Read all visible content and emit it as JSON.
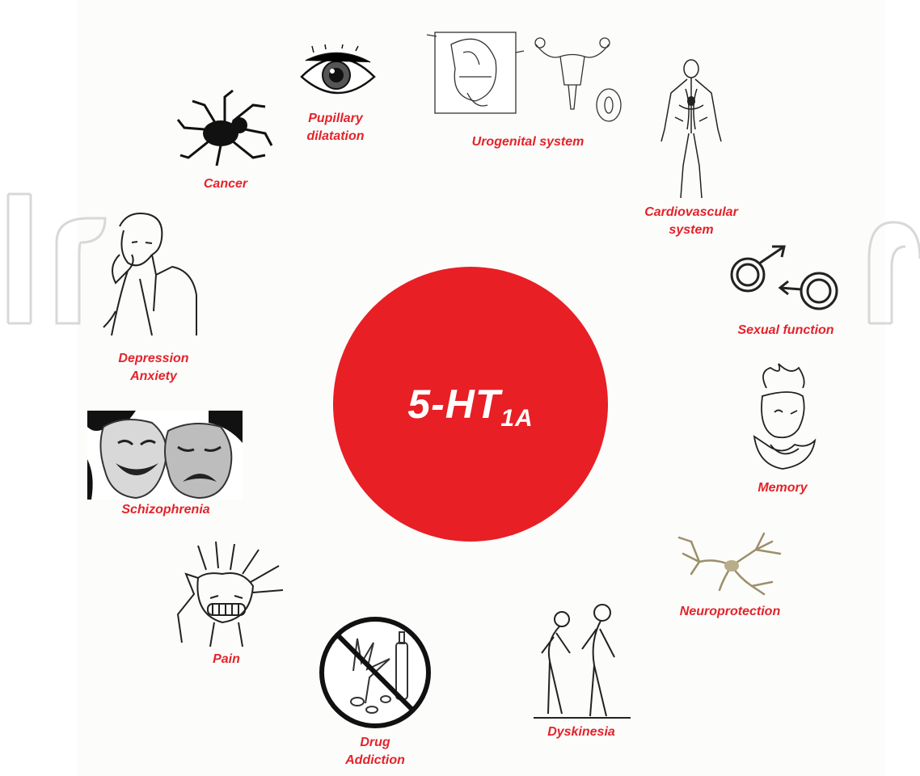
{
  "center": {
    "main": "5-HT",
    "subscript": "1A",
    "color": "#e81f25"
  },
  "label_color": "#e3232a",
  "nodes": [
    {
      "id": "cancer",
      "icon": "spider-icon",
      "lines": [
        "Cancer"
      ]
    },
    {
      "id": "pupillary",
      "icon": "eye-icon",
      "lines": [
        "Pupillary",
        "dilatation"
      ]
    },
    {
      "id": "urogenital",
      "icon": "urogenital-anatomy-icon",
      "lines": [
        "Urogenital system"
      ]
    },
    {
      "id": "cardiovascular",
      "icon": "circulatory-body-icon",
      "lines": [
        "Cardiovascular",
        "system"
      ]
    },
    {
      "id": "sexual",
      "icon": "gender-symbols-icon",
      "lines": [
        "Sexual function"
      ]
    },
    {
      "id": "memory",
      "icon": "thinking-head-icon",
      "lines": [
        "Memory"
      ]
    },
    {
      "id": "neuro",
      "icon": "neuron-icon",
      "lines": [
        "Neuroprotection"
      ]
    },
    {
      "id": "dyskinesia",
      "icon": "stooped-figures-icon",
      "lines": [
        "Dyskinesia"
      ]
    },
    {
      "id": "drug",
      "icon": "no-drugs-icon",
      "lines": [
        "Drug",
        "Addiction"
      ]
    },
    {
      "id": "pain",
      "icon": "headache-face-icon",
      "lines": [
        "Pain"
      ]
    },
    {
      "id": "schizo",
      "icon": "theatre-masks-icon",
      "lines": [
        "Schizophrenia"
      ]
    },
    {
      "id": "depression",
      "icon": "distressed-man-icon",
      "lines": [
        "Depression",
        "Anxiety"
      ]
    }
  ]
}
